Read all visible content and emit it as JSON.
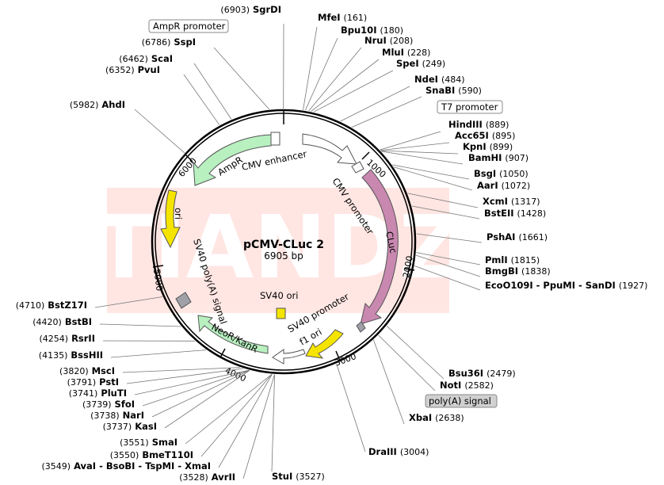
{
  "plasmid": {
    "name": "pCMV-CLuc 2",
    "size_label": "6905 bp",
    "length": 6905
  },
  "watermark": "TIANDZ",
  "ticks": [
    "1000",
    "2000",
    "3000",
    "4000",
    "5000",
    "6000"
  ],
  "features": [
    {
      "id": "ampr",
      "label": "AmpR",
      "color": "#b8f0c0"
    },
    {
      "id": "cmv-enhancer",
      "label": "CMV enhancer",
      "color": "#ffffff"
    },
    {
      "id": "cmv-promoter",
      "label": "CMV promoter",
      "color": "#ffffff"
    },
    {
      "id": "cluc",
      "label": "CLuc",
      "color": "#c888b0"
    },
    {
      "id": "ori",
      "label": "ori",
      "color": "#f5e400"
    },
    {
      "id": "sv40-polya",
      "label": "SV40 poly(A) signal",
      "color": "#a0a0a8"
    },
    {
      "id": "sv40-ori",
      "label": "SV40 ori",
      "color": "#f5e400"
    },
    {
      "id": "sv40-promoter",
      "label": "SV40 promoter",
      "color": "#ffffff"
    },
    {
      "id": "f1-ori",
      "label": "f1 ori",
      "color": "#f5e400"
    },
    {
      "id": "neor",
      "label": "NeoR/KanR",
      "color": "#b8f0c0"
    },
    {
      "id": "polya-small",
      "label": "",
      "color": "#a0a0a8"
    }
  ],
  "boxed_labels": [
    {
      "id": "ampr-promoter",
      "text": "AmpR promoter",
      "fill": "#ffffff"
    },
    {
      "id": "t7-promoter",
      "text": "T7 promoter",
      "fill": "#ffffff"
    },
    {
      "id": "polya-signal",
      "text": "poly(A) signal",
      "fill": "#d0d0d0"
    }
  ],
  "sites": [
    {
      "id": "sgrdi",
      "name": "SgrDI",
      "pos": "(6903)",
      "side": "left"
    },
    {
      "id": "ampr-promoter-callout",
      "name": "",
      "pos": "",
      "side": "none"
    },
    {
      "id": "sspi",
      "name": "SspI",
      "pos": "(6786)",
      "side": "left"
    },
    {
      "id": "scai",
      "name": "ScaI",
      "pos": "(6462)",
      "side": "left"
    },
    {
      "id": "pvui",
      "name": "PvuI",
      "pos": "(6352)",
      "side": "left"
    },
    {
      "id": "ahdi",
      "name": "AhdI",
      "pos": "(5982)",
      "side": "left"
    },
    {
      "id": "mfei",
      "name": "MfeI",
      "pos": "(161)",
      "side": "right"
    },
    {
      "id": "bpu10i",
      "name": "Bpu10I",
      "pos": "(180)",
      "side": "right"
    },
    {
      "id": "nrui",
      "name": "NruI",
      "pos": "(208)",
      "side": "right"
    },
    {
      "id": "mlui",
      "name": "MluI",
      "pos": "(228)",
      "side": "right"
    },
    {
      "id": "spei",
      "name": "SpeI",
      "pos": "(249)",
      "side": "right"
    },
    {
      "id": "ndei",
      "name": "NdeI",
      "pos": "(484)",
      "side": "right"
    },
    {
      "id": "snabi",
      "name": "SnaBI",
      "pos": "(590)",
      "side": "right"
    },
    {
      "id": "hindiii",
      "name": "HindIII",
      "pos": "(889)",
      "side": "right"
    },
    {
      "id": "acc65i",
      "name": "Acc65I",
      "pos": "(895)",
      "side": "right"
    },
    {
      "id": "kpni",
      "name": "KpnI",
      "pos": "(899)",
      "side": "right"
    },
    {
      "id": "bamhi",
      "name": "BamHI",
      "pos": "(907)",
      "side": "right"
    },
    {
      "id": "bsgi",
      "name": "BsgI",
      "pos": "(1050)",
      "side": "right"
    },
    {
      "id": "aari",
      "name": "AarI",
      "pos": "(1072)",
      "side": "right"
    },
    {
      "id": "xcmi",
      "name": "XcmI",
      "pos": "(1317)",
      "side": "right"
    },
    {
      "id": "bsteii",
      "name": "BstEII",
      "pos": "(1428)",
      "side": "right"
    },
    {
      "id": "pshai",
      "name": "PshAI",
      "pos": "(1661)",
      "side": "right"
    },
    {
      "id": "pmli",
      "name": "PmlI",
      "pos": "(1815)",
      "side": "right"
    },
    {
      "id": "bmgbi",
      "name": "BmgBI",
      "pos": "(1838)",
      "side": "right"
    },
    {
      "id": "eco0109i",
      "name": "EcoO109I - PpuMI - SanDI",
      "pos": "(1927)",
      "side": "right"
    },
    {
      "id": "bsu36i",
      "name": "Bsu36I",
      "pos": "(2479)",
      "side": "right"
    },
    {
      "id": "noti",
      "name": "NotI",
      "pos": "(2582)",
      "side": "right"
    },
    {
      "id": "xbai",
      "name": "XbaI",
      "pos": "(2638)",
      "side": "right"
    },
    {
      "id": "draiii",
      "name": "DraIII",
      "pos": "(3004)",
      "side": "right"
    },
    {
      "id": "stui",
      "name": "StuI",
      "pos": "(3527)",
      "side": "right"
    },
    {
      "id": "bstz17i",
      "name": "BstZ17I",
      "pos": "(4710)",
      "side": "left"
    },
    {
      "id": "bstbi",
      "name": "BstBI",
      "pos": "(4420)",
      "side": "left"
    },
    {
      "id": "rsrii",
      "name": "RsrII",
      "pos": "(4254)",
      "side": "left"
    },
    {
      "id": "bsshii",
      "name": "BssHII",
      "pos": "(4135)",
      "side": "left"
    },
    {
      "id": "msci",
      "name": "MscI",
      "pos": "(3820)",
      "side": "left"
    },
    {
      "id": "psti",
      "name": "PstI",
      "pos": "(3791)",
      "side": "left"
    },
    {
      "id": "pluti",
      "name": "PluTI",
      "pos": "(3741)",
      "side": "left"
    },
    {
      "id": "sfoi",
      "name": "SfoI",
      "pos": "(3739)",
      "side": "left"
    },
    {
      "id": "nari",
      "name": "NarI",
      "pos": "(3738)",
      "side": "left"
    },
    {
      "id": "kasi",
      "name": "KasI",
      "pos": "(3737)",
      "side": "left"
    },
    {
      "id": "smai",
      "name": "SmaI",
      "pos": "(3551)",
      "side": "left"
    },
    {
      "id": "bmet110i",
      "name": "BmeT110I",
      "pos": "(3550)",
      "side": "left"
    },
    {
      "id": "avai",
      "name": "AvaI - BsoBI - TspMI - XmaI",
      "pos": "(3549)",
      "side": "left"
    },
    {
      "id": "avrii",
      "name": "AvrII",
      "pos": "(3528)",
      "side": "left"
    }
  ]
}
